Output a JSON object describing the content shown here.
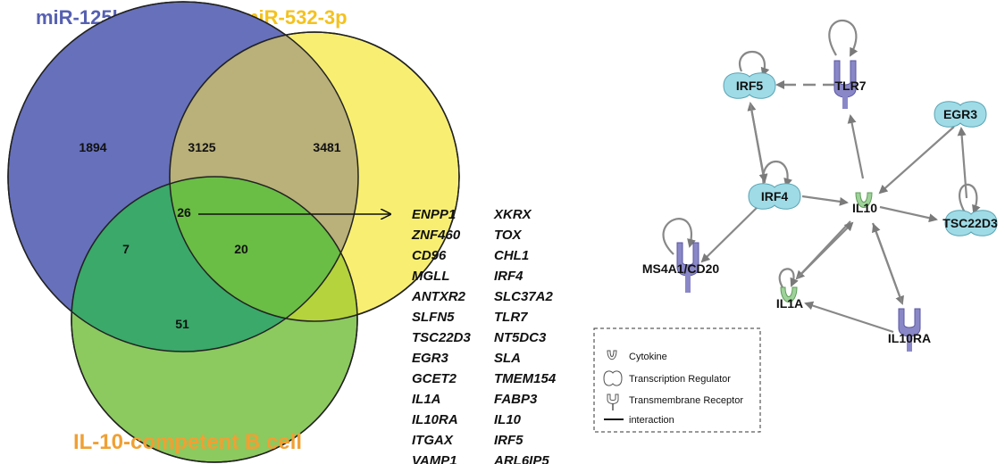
{
  "venn": {
    "set_a_label": "miR-125b",
    "set_b_label": "miR-532-3p",
    "set_c_label": "IL-10-competent B cell",
    "colors": {
      "a": "#6670bb",
      "b": "#f8ef72",
      "c": "#8cc95f",
      "ab": "#b9b07a",
      "abc": "#6abd45",
      "ac": "#3aa96a",
      "bc": "#b4d33c"
    },
    "counts": {
      "a_only": "1894",
      "ab": "3125",
      "b_only": "3481",
      "abc": "26",
      "ac": "7",
      "bc": "20",
      "c_only": "51"
    }
  },
  "gene_list": {
    "col1": [
      "ENPP1",
      "ZNF460",
      "CD96",
      "MGLL",
      "ANTXR2",
      "SLFN5",
      "TSC22D3",
      "EGR3",
      "GCET2",
      "IL1A",
      "IL10RA",
      "ITGAX",
      "VAMP1"
    ],
    "col2": [
      "XKRX",
      "TOX",
      "CHL1",
      "IRF4",
      "SLC37A2",
      "TLR7",
      "NT5DC3",
      "SLA",
      "TMEM154",
      "FABP3",
      "IL10",
      "IRF5",
      "ARL6IP5"
    ]
  },
  "network": {
    "nodes": {
      "irf5": "IRF5",
      "tlr7": "TLR7",
      "egr3": "EGR3",
      "irf4": "IRF4",
      "il10": "IL10",
      "tsc22d3": "TSC22D3",
      "ms4a1": "MS4A1/CD20",
      "il1a": "IL1A",
      "il10ra": "IL10RA"
    },
    "colors": {
      "transcription_regulator": "#9fdbe6",
      "receptor": "#8a87c8",
      "cytokine": "#9fd19a",
      "edge": "#888888"
    }
  },
  "legend": {
    "cytokine": "Cytokine",
    "transcription_regulator": "Transcription Regulator",
    "transmembrane_receptor": "Transmembrane Receptor",
    "interaction": "interaction"
  }
}
